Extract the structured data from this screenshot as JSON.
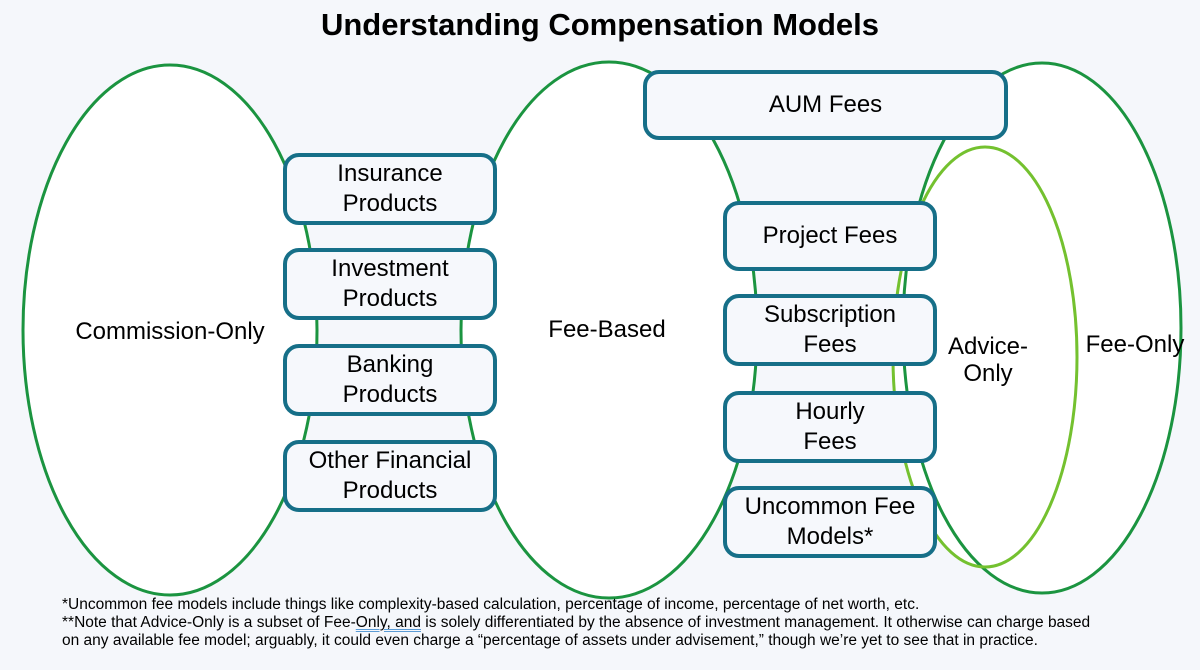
{
  "title": "Understanding Compensation Models",
  "colors": {
    "dark_green": "#1b9440",
    "light_green": "#74c12f",
    "teal_border": "#166f88",
    "underline_blue": "#5b9bd5",
    "ellipse_fill": "#ffffff"
  },
  "ellipse_labels": {
    "commission_only": "Commission-Only",
    "fee_based": "Fee-Based",
    "advice_only_line1": "Advice-",
    "advice_only_line2": "Only",
    "fee_only": "Fee-Only"
  },
  "boxes": {
    "aum": {
      "line1": "AUM Fees"
    },
    "insurance": {
      "line1": "Insurance",
      "line2": "Products"
    },
    "investment": {
      "line1": "Investment",
      "line2": "Products"
    },
    "banking": {
      "line1": "Banking",
      "line2": "Products"
    },
    "other_financial": {
      "line1": "Other Financial",
      "line2": "Products"
    },
    "project": {
      "line1": "Project Fees"
    },
    "subscription": {
      "line1": "Subscription",
      "line2": "Fees"
    },
    "hourly": {
      "line1": "Hourly",
      "line2": "Fees"
    },
    "uncommon": {
      "line1": "Uncommon Fee",
      "line2": "Models*"
    }
  },
  "footnotes": {
    "line1": "*Uncommon fee models include things like complexity-based calculation, percentage of income, percentage of net worth, etc.",
    "line2_pre": "**Note that Advice-Only is a subset of Fee-",
    "line2_marked": "Only, and",
    "line2_post": " is solely differentiated by the absence of investment management. It otherwise can charge based",
    "line3": "on any available fee model; arguably, it could even charge a “percentage of assets under advisement,” though we’re yet to see that in practice."
  }
}
